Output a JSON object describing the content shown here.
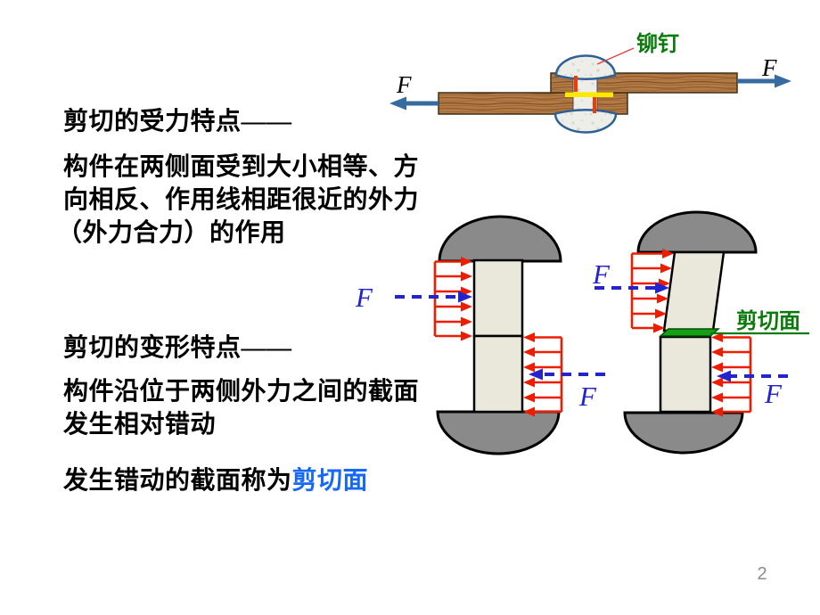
{
  "slide": {
    "page_number": "2"
  },
  "colors": {
    "background": "#ffffff",
    "text_black": "#000000",
    "highlight_blue": "#1568fa",
    "force_label_blue": "#2424cc",
    "label_green": "#0a7a0a",
    "shear_plane_green": "#17a017",
    "arrow_red": "#ee1c00",
    "dome_gray": "#8a8a8a",
    "shank_beige": "#eae8db",
    "wood_brown": "#b27a45",
    "steel_arrow_blue": "#356b9e",
    "rivet_interface_yellow": "#ffe800"
  },
  "rivet_joint": {
    "rivet_label": "铆钉",
    "force_left_label": "F",
    "force_right_label": "F"
  },
  "notes": {
    "force_heading": "剪切的受力特点——",
    "force_body_line1": "构件在两侧面受到大小相等、方",
    "force_body_line2": "向相反、作用线相距很近的外力",
    "force_body_line3": "（外力合力）的作用",
    "deform_heading": "剪切的变形特点——",
    "deform_body_line1": "构件沿位于两侧外力之间的截面",
    "deform_body_line2": "发生相对错动",
    "conclusion_prefix": "发生错动的截面称为",
    "conclusion_term": "剪切面"
  },
  "shear_diagrams": {
    "left": {
      "force_top_label": "F",
      "force_bottom_label": "F"
    },
    "right": {
      "force_top_label": "F",
      "force_bottom_label": "F",
      "shear_plane_label": "剪切面"
    }
  }
}
